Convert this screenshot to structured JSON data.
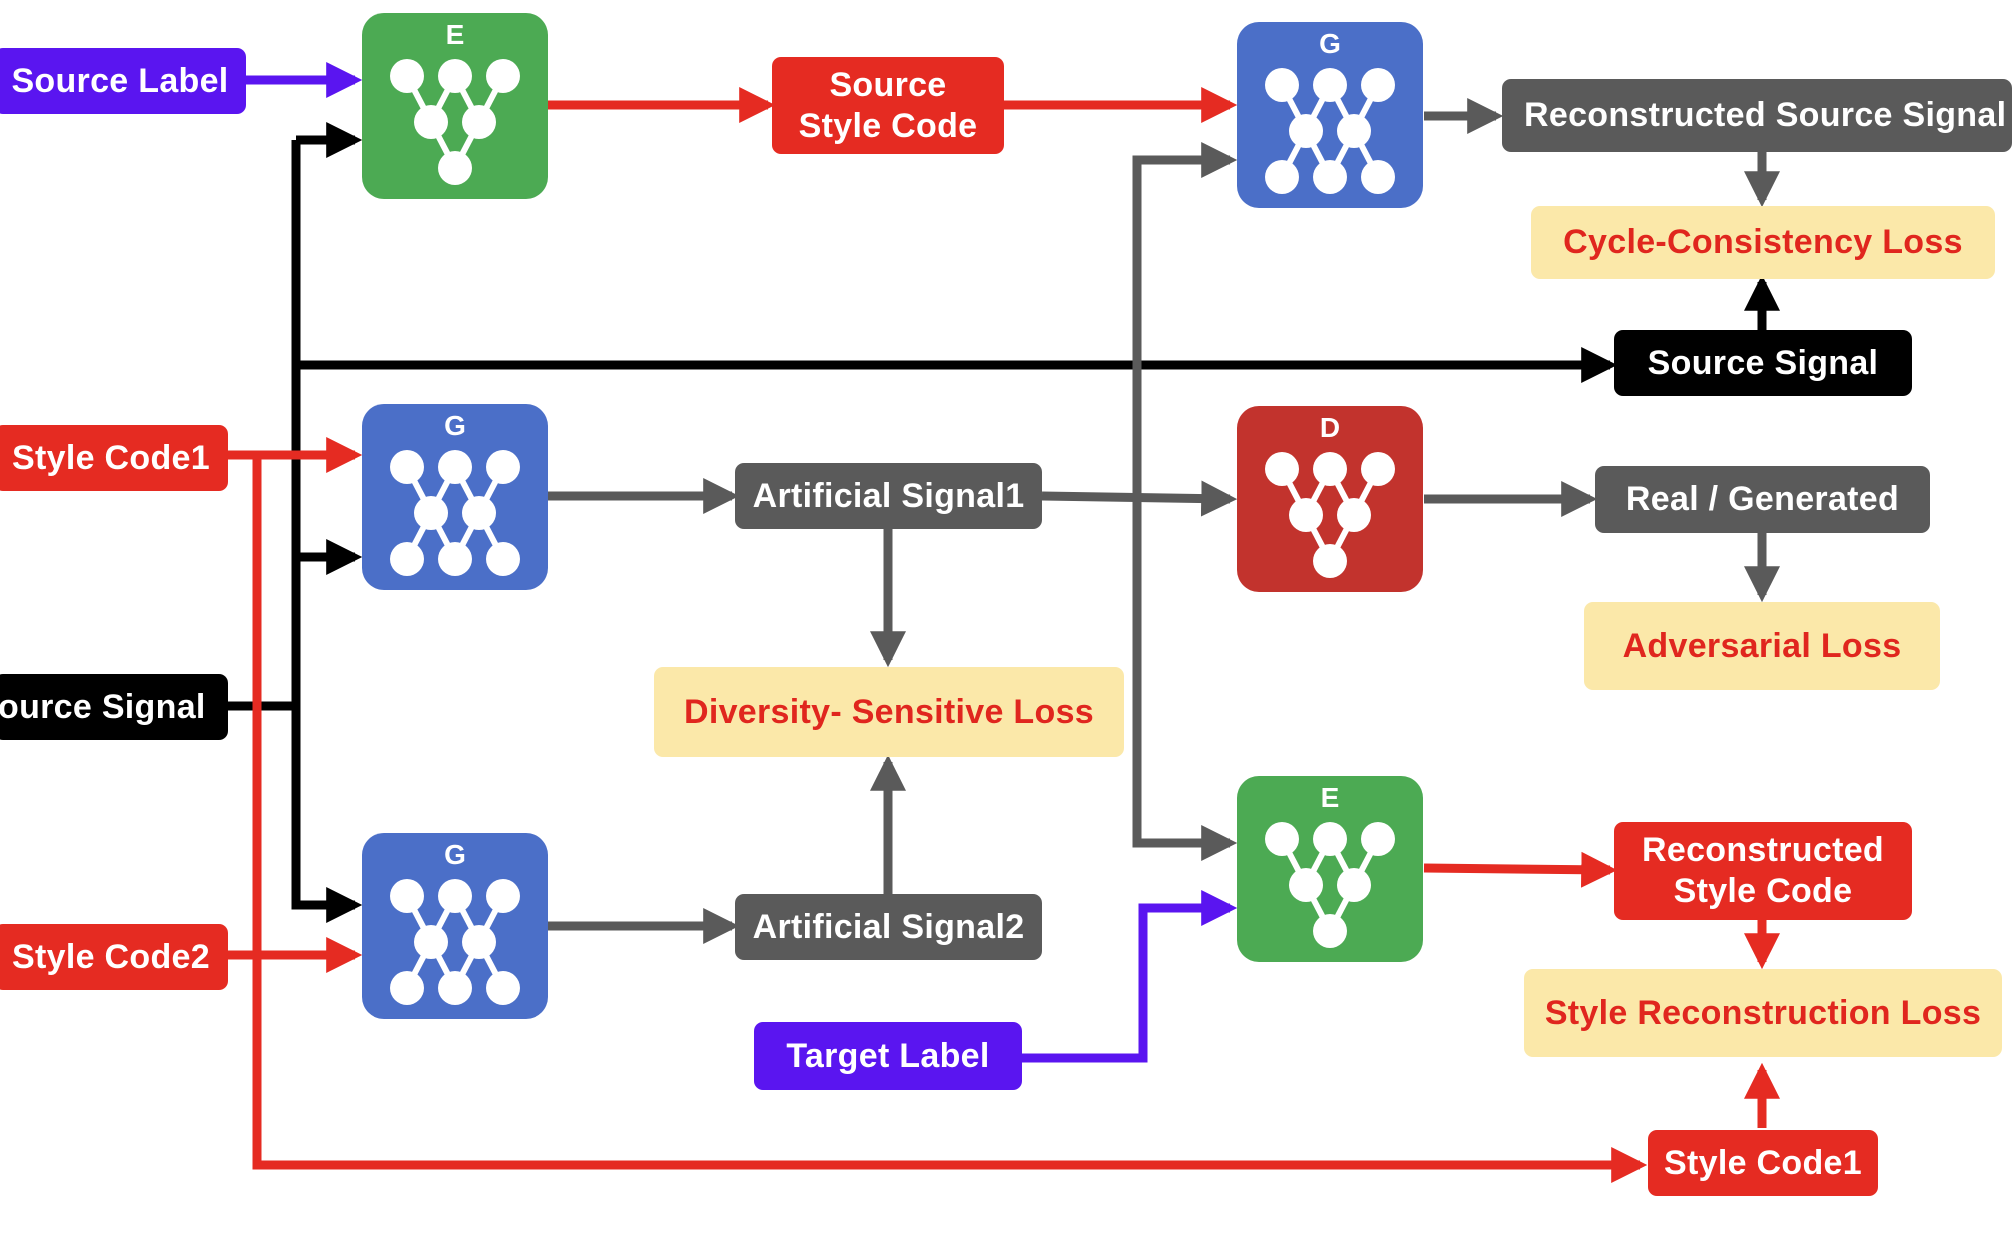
{
  "colors": {
    "purple": "#5a15f0",
    "red": "#e52b22",
    "gray": "#5a5a5a",
    "black": "#000000",
    "loss_bg": "#fbe8a9",
    "loss_text": "#e0261e",
    "encoder": "#4caa53",
    "generator": "#4b6fc8",
    "discriminator": "#c2332d"
  },
  "networks": {
    "encoder_top": "E",
    "generator_top": "G",
    "generator_mid": "G",
    "generator_bottom": "G",
    "discriminator": "D",
    "encoder_bottom": "E"
  },
  "labels": {
    "source_label": "Source Label",
    "style_code1": "Style Code1",
    "source_signal_left": "ource Signal",
    "style_code2": "Style Code2",
    "source_style_code": "Source\nStyle Code",
    "artificial_signal1": "Artificial Signal1",
    "artificial_signal2": "Artificial Signal2",
    "target_label": "Target Label",
    "reconstructed_source_signal": "Reconstructed Source Signal",
    "source_signal_right": "Source Signal",
    "real_generated": "Real / Generated",
    "reconstructed_style_code": "Reconstructed\nStyle Code",
    "style_code1_bottom": "Style Code1"
  },
  "losses": {
    "cycle_consistency": "Cycle-Consistency Loss",
    "diversity_sensitive": "Diversity- Sensitive Loss",
    "adversarial": "Adversarial Loss",
    "style_reconstruction": "Style Reconstruction Loss"
  }
}
